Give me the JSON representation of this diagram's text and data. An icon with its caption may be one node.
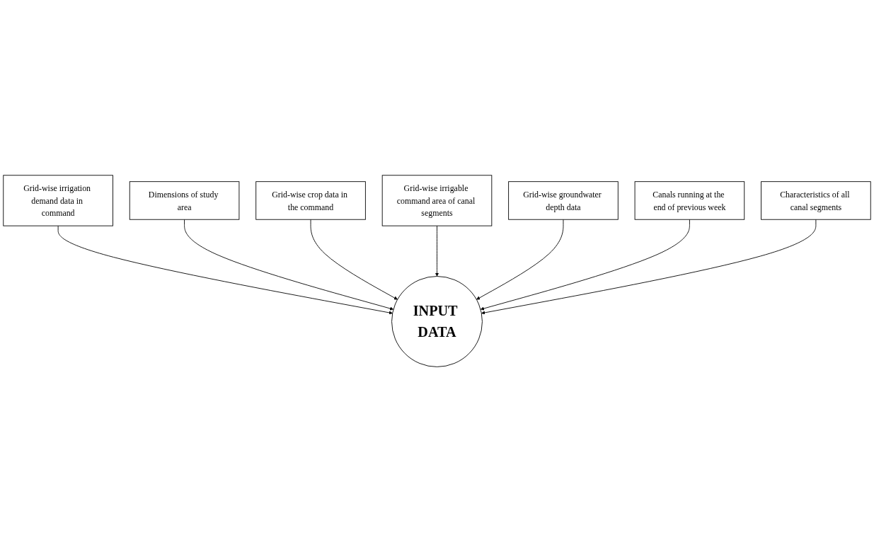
{
  "diagram": {
    "nodes": [
      {
        "text": [
          "Grid-wise irrigation demand data in command"
        ]
      },
      {
        "text": [
          "Dimensions of study area"
        ]
      },
      {
        "text": [
          "Grid-wise crop data in the command"
        ]
      },
      {
        "text": [
          "Grid-wise irrigable command area of canal segments"
        ]
      },
      {
        "text": [
          "Grid-wise groundwater depth data"
        ]
      },
      {
        "text": [
          "INPUT DATA"
        ]
      },
      {
        "text": [
          "Canals running at the end of previous week"
        ]
      },
      {
        "text": [
          "Characteristics of all canal segments"
        ]
      }
    ],
    "edges": [
      {
        "from": 0,
        "to": 5,
        "arrow": "to"
      },
      {
        "from": 1,
        "to": 5,
        "arrow": "to"
      },
      {
        "from": 2,
        "to": 5,
        "arrow": "to"
      },
      {
        "from": 3,
        "to": 5,
        "arrow": "to"
      },
      {
        "from": 4,
        "to": 5,
        "arrow": "to"
      },
      {
        "from": 6,
        "to": 5,
        "arrow": "to"
      },
      {
        "from": 7,
        "to": 5,
        "arrow": "to"
      }
    ]
  }
}
